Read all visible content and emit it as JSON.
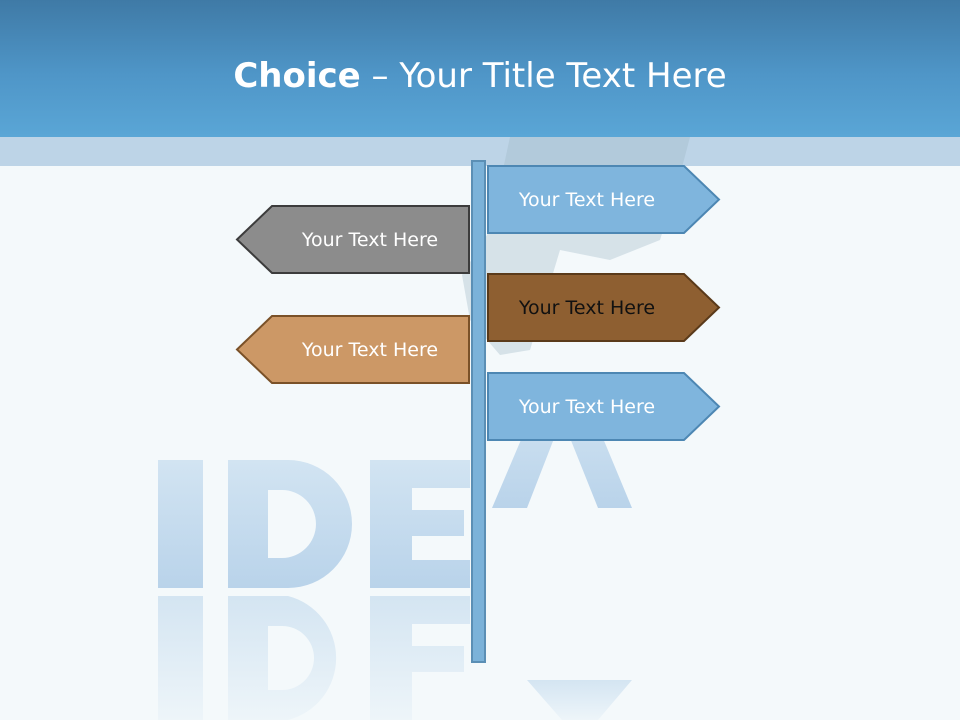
{
  "slide": {
    "title_bold": "Choice",
    "title_rest": " – Your Title Text Here"
  },
  "signs": [
    {
      "label": "Your Text Here",
      "direction": "right",
      "fill": "#7fb5dd",
      "stroke": "#4d87b3",
      "text_color": "#ffffff"
    },
    {
      "label": "Your Text Here",
      "direction": "left",
      "fill": "#8c8c8c",
      "stroke": "#3c3c3c",
      "text_color": "#ffffff"
    },
    {
      "label": "Your Text Here",
      "direction": "right",
      "fill": "#8e5f31",
      "stroke": "#5a3a1a",
      "text_color": "#111111"
    },
    {
      "label": "Your Text Here",
      "direction": "left",
      "fill": "#cc9866",
      "stroke": "#7a5128",
      "text_color": "#ffffff"
    },
    {
      "label": "Your Text Here",
      "direction": "right",
      "fill": "#7fb5dd",
      "stroke": "#4d87b3",
      "text_color": "#ffffff"
    }
  ],
  "watermark": {
    "word": "IDEA",
    "color": "#c9deef"
  },
  "colors": {
    "header_top": "#3f7aa6",
    "header_bottom": "#5aa6d6",
    "band": "#bdd4e7",
    "background": "#f4f9fb",
    "post": "#7bb2d9"
  }
}
